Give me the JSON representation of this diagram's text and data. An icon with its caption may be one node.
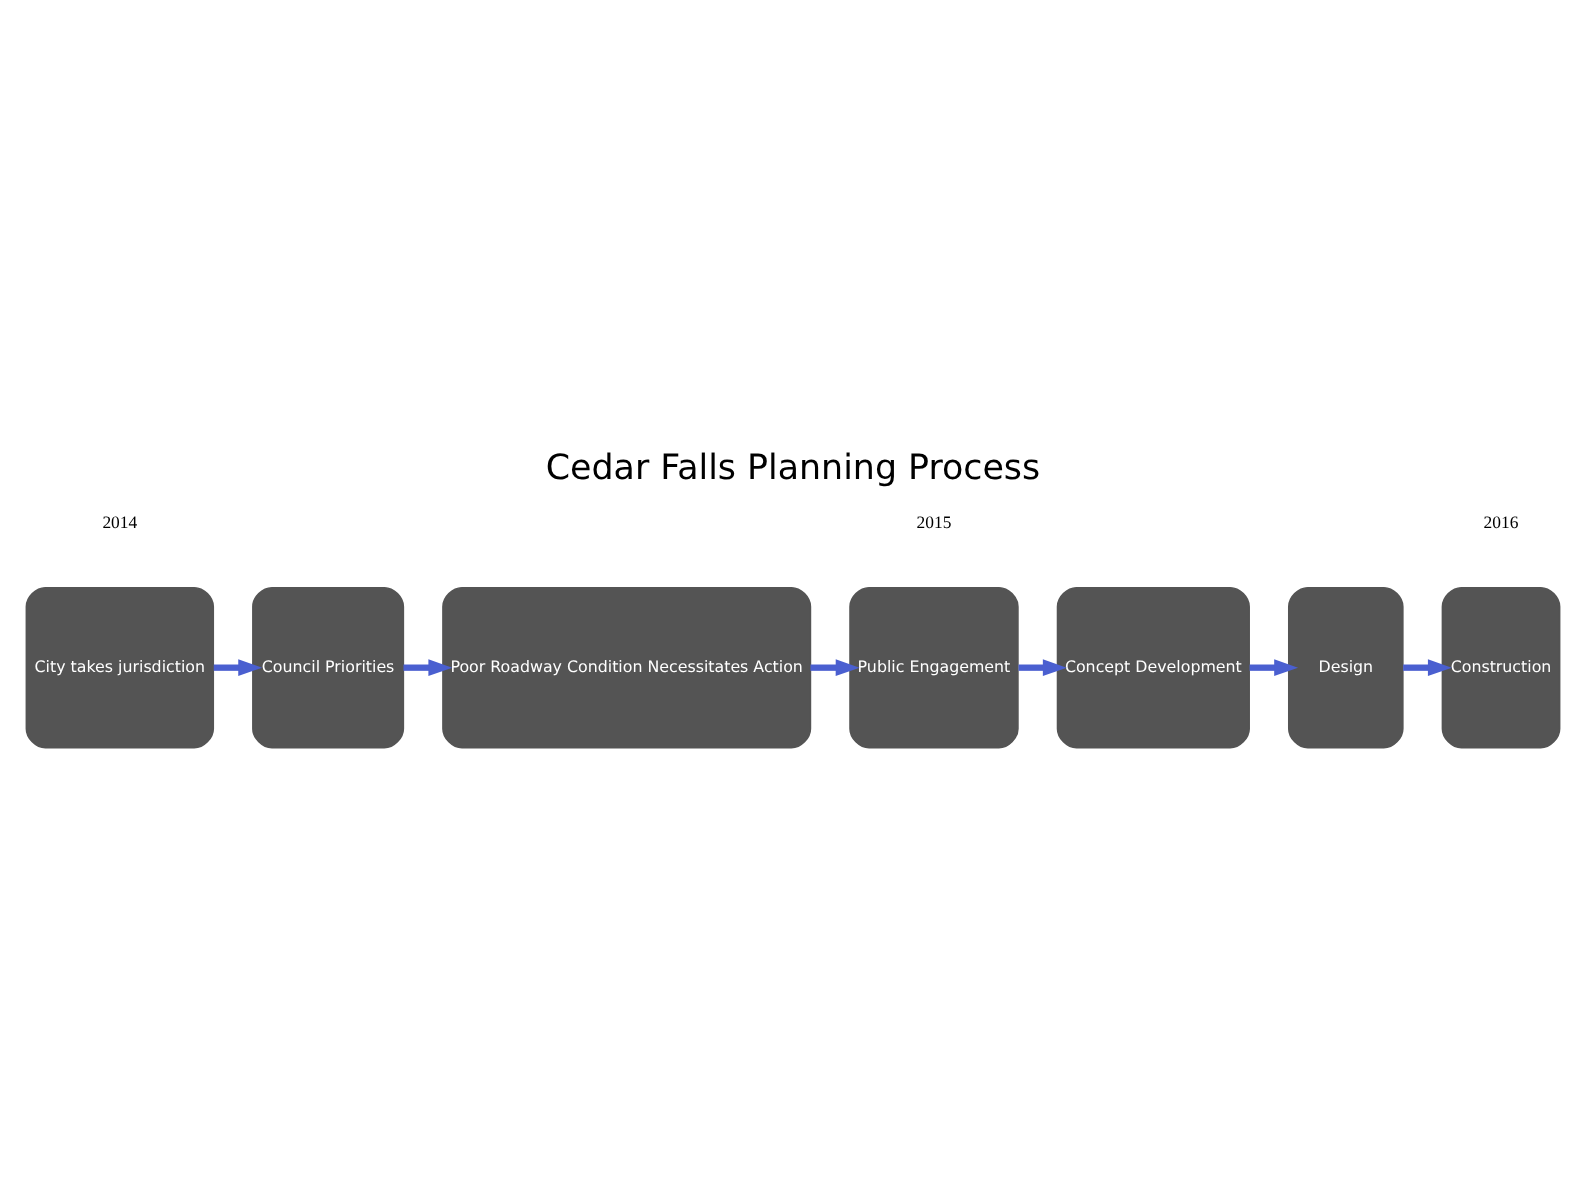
{
  "diagram": {
    "title": "Cedar Falls Planning Process",
    "nodes": [
      {
        "text": [
          "City takes jurisdiction"
        ]
      },
      {
        "text": [
          "Council Priorities"
        ]
      },
      {
        "text": [
          "Poor Roadway Condition Necessitates Action"
        ]
      },
      {
        "text": [
          "Public Engagement"
        ]
      },
      {
        "text": [
          "Concept Development"
        ]
      },
      {
        "text": [
          "Design"
        ]
      },
      {
        "text": [
          "Construction"
        ]
      }
    ],
    "edges": [
      {
        "from": 0,
        "to": 1,
        "arrow": "to"
      },
      {
        "from": 1,
        "to": 2,
        "arrow": "to"
      },
      {
        "from": 2,
        "to": 3,
        "arrow": "to"
      },
      {
        "from": 3,
        "to": 4,
        "arrow": "to"
      },
      {
        "from": 4,
        "to": 5,
        "arrow": "to"
      },
      {
        "from": 5,
        "to": 6,
        "arrow": "to"
      }
    ],
    "labels": [
      "2014",
      "2015",
      "2016"
    ]
  }
}
